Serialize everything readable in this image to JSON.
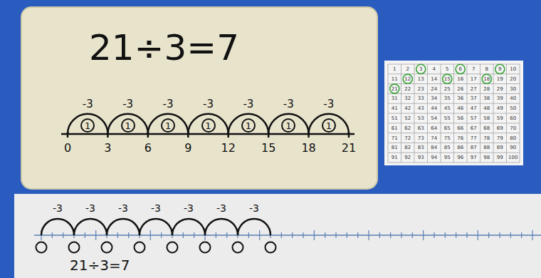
{
  "diagram": {
    "nodes": [
      {
        "text": [
          "21÷3=7"
        ]
      },
      {
        "text": [
          "1"
        ],
        "in": 0
      },
      {
        "text": [
          "1"
        ],
        "in": 0
      },
      {
        "text": [
          "1"
        ],
        "in": 0
      },
      {
        "text": [
          "1"
        ],
        "in": 0
      },
      {
        "text": [
          "1"
        ],
        "in": 0
      },
      {
        "text": [
          "1"
        ],
        "in": 0
      },
      {
        "text": [
          "1"
        ],
        "in": 0
      },
      {
        "text": [
          "21÷3=7"
        ]
      }
    ],
    "labels": [
      "-3",
      "-3",
      "-3",
      "-3",
      "-3",
      "-3",
      "-3",
      "0",
      "3",
      "6",
      "9",
      "12",
      "15",
      "18",
      "21",
      "1",
      "2",
      "3",
      "4",
      "5",
      "6",
      "7",
      "8",
      "9",
      "10",
      "11",
      "12",
      "13",
      "14",
      "15",
      "16",
      "17",
      "18",
      "19",
      "20",
      "21",
      "22",
      "23",
      "24",
      "25",
      "26",
      "27",
      "28",
      "29",
      "30",
      "31",
      "32",
      "33",
      "34",
      "35",
      "36",
      "37",
      "38",
      "39",
      "40",
      "41",
      "42",
      "43",
      "44",
      "45",
      "46",
      "47",
      "48",
      "49",
      "50",
      "51",
      "52",
      "53",
      "54",
      "55",
      "56",
      "57",
      "58",
      "59",
      "60",
      "61",
      "62",
      "63",
      "64",
      "65",
      "66",
      "67",
      "68",
      "69",
      "70",
      "71",
      "72",
      "73",
      "74",
      "75",
      "76",
      "77",
      "78",
      "79",
      "80",
      "81",
      "82",
      "83",
      "84",
      "85",
      "86",
      "87",
      "88",
      "89",
      "90",
      "91",
      "92",
      "93",
      "94",
      "95",
      "96",
      "97",
      "98",
      "99",
      "100",
      "-3",
      "-3",
      "-3",
      "-3",
      "-3",
      "-3",
      "-3"
    ]
  }
}
